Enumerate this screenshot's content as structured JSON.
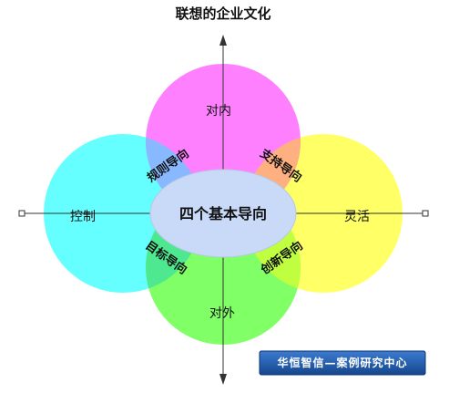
{
  "title": "联想的企业文化",
  "axes": {
    "top": "对内",
    "bottom": "对外",
    "left": "控制",
    "right": "灵活"
  },
  "orientations": {
    "top_left": "规则导向",
    "top_right": "支持导向",
    "bottom_left": "目标导向",
    "bottom_right": "创新导向"
  },
  "center": "四个基本导向",
  "banner": "华恒智信—案例研究中心",
  "colors": {
    "top_circle": "#ff80ff",
    "left_circle": "#66ffff",
    "right_circle": "#ffff66",
    "bottom_circle": "#80ff66",
    "overlap_top_left": "#88b8ff",
    "overlap_top_right": "#ffb080",
    "overlap_bottom_left": "#4de890",
    "overlap_bottom_right": "#c0ff40",
    "center_ellipse": "#c9daf8",
    "banner_bg": "#1f5aa6"
  }
}
